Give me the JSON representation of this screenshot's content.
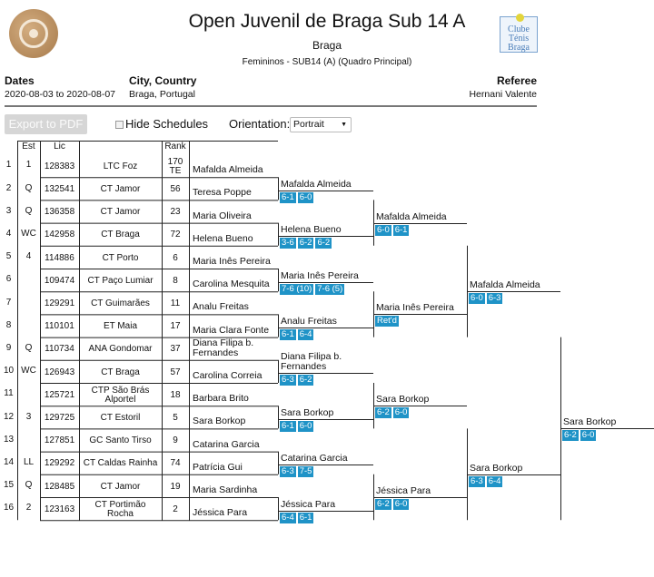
{
  "header": {
    "title": "Open Juvenil de Braga Sub 14 A",
    "location": "Braga",
    "category": "Femininos - SUB14 (A) (Quadro Principal)",
    "club_logo_lines": [
      "Clube",
      "Ténis",
      "Braga"
    ]
  },
  "info": {
    "dates_label": "Dates",
    "dates_value": "2020-08-03 to 2020-08-07",
    "city_label": "City, Country",
    "city_value": "Braga, Portugal",
    "referee_label": "Referee",
    "referee_value": "Hernani Valente"
  },
  "toolbar": {
    "export_label": "Export to PDF",
    "hide_schedules_label": "Hide Schedules",
    "orientation_label": "Orientation:",
    "orientation_value": "Portrait"
  },
  "table_headers": [
    "Est",
    "Lic",
    "",
    "Rank"
  ],
  "entries": [
    {
      "num": "1",
      "est": "1",
      "lic": "128383",
      "club": [
        "LTC Foz"
      ],
      "rank": [
        "170",
        "TE"
      ],
      "player": [
        "Mafalda Almeida"
      ]
    },
    {
      "num": "2",
      "est": "Q",
      "lic": "132541",
      "club": [
        "CT Jamor"
      ],
      "rank": [
        "56"
      ],
      "player": [
        "Teresa Poppe"
      ]
    },
    {
      "num": "3",
      "est": "Q",
      "lic": "136358",
      "club": [
        "CT Jamor"
      ],
      "rank": [
        "23"
      ],
      "player": [
        "Maria Oliveira"
      ]
    },
    {
      "num": "4",
      "est": "WC",
      "lic": "142958",
      "club": [
        "CT Braga"
      ],
      "rank": [
        "72"
      ],
      "player": [
        "Helena Bueno"
      ]
    },
    {
      "num": "5",
      "est": "4",
      "lic": "114886",
      "club": [
        "CT Porto"
      ],
      "rank": [
        "6"
      ],
      "player": [
        "Maria Inês Pereira"
      ]
    },
    {
      "num": "6",
      "est": "",
      "lic": "109474",
      "club": [
        "CT Paço Lumiar"
      ],
      "rank": [
        "8"
      ],
      "player": [
        "Carolina Mesquita"
      ]
    },
    {
      "num": "7",
      "est": "",
      "lic": "129291",
      "club": [
        "CT Guimarães"
      ],
      "rank": [
        "11"
      ],
      "player": [
        "Analu Freitas"
      ]
    },
    {
      "num": "8",
      "est": "",
      "lic": "110101",
      "club": [
        "ET Maia"
      ],
      "rank": [
        "17"
      ],
      "player": [
        "Maria Clara Fonte"
      ]
    },
    {
      "num": "9",
      "est": "Q",
      "lic": "110734",
      "club": [
        "ANA Gondomar"
      ],
      "rank": [
        "37"
      ],
      "player": [
        "Diana Filipa b.",
        "Fernandes"
      ]
    },
    {
      "num": "10",
      "est": "WC",
      "lic": "126943",
      "club": [
        "CT Braga"
      ],
      "rank": [
        "57"
      ],
      "player": [
        "Carolina Correia"
      ]
    },
    {
      "num": "11",
      "est": "",
      "lic": "125721",
      "club": [
        "CTP São Brás",
        "Alportel"
      ],
      "rank": [
        "18"
      ],
      "player": [
        "Barbara Brito"
      ]
    },
    {
      "num": "12",
      "est": "3",
      "lic": "129725",
      "club": [
        "CT Estoril"
      ],
      "rank": [
        "5"
      ],
      "player": [
        "Sara Borkop"
      ]
    },
    {
      "num": "13",
      "est": "",
      "lic": "127851",
      "club": [
        "GC Santo Tirso"
      ],
      "rank": [
        "9"
      ],
      "player": [
        "Catarina Garcia"
      ]
    },
    {
      "num": "14",
      "est": "LL",
      "lic": "129292",
      "club": [
        "CT Caldas Rainha"
      ],
      "rank": [
        "74"
      ],
      "player": [
        "Patrícia Gui"
      ]
    },
    {
      "num": "15",
      "est": "Q",
      "lic": "128485",
      "club": [
        "CT Jamor"
      ],
      "rank": [
        "19"
      ],
      "player": [
        "Maria Sardinha"
      ]
    },
    {
      "num": "16",
      "est": "2",
      "lic": "123163",
      "club": [
        "CT Portimão",
        "Rocha"
      ],
      "rank": [
        "2"
      ],
      "player": [
        "Jéssica Para"
      ]
    }
  ],
  "rounds": {
    "r2": [
      {
        "winner": [
          "Mafalda Almeida"
        ],
        "scores": [
          "6-1",
          "6-0"
        ]
      },
      {
        "winner": [
          "Helena Bueno"
        ],
        "scores": [
          "3-6",
          "6-2",
          "6-2"
        ]
      },
      {
        "winner": [
          "Maria Inês Pereira"
        ],
        "scores": [
          "7-6 (10)",
          "7-6 (5)"
        ]
      },
      {
        "winner": [
          "Analu Freitas"
        ],
        "scores": [
          "6-1",
          "6-4"
        ]
      },
      {
        "winner": [
          "Diana Filipa b.",
          "Fernandes"
        ],
        "scores": [
          "6-3",
          "6-2"
        ]
      },
      {
        "winner": [
          "Sara Borkop"
        ],
        "scores": [
          "6-1",
          "6-0"
        ]
      },
      {
        "winner": [
          "Catarina Garcia"
        ],
        "scores": [
          "6-3",
          "7-5"
        ]
      },
      {
        "winner": [
          "Jéssica Para"
        ],
        "scores": [
          "6-4",
          "6-1"
        ]
      }
    ],
    "qf": [
      {
        "winner": [
          "Mafalda Almeida"
        ],
        "scores": [
          "6-0",
          "6-1"
        ]
      },
      {
        "winner": [
          "Maria Inês Pereira"
        ],
        "scores": [
          "Ret'd"
        ]
      },
      {
        "winner": [
          "Sara Borkop"
        ],
        "scores": [
          "6-2",
          "6-0"
        ]
      },
      {
        "winner": [
          "Jéssica Para"
        ],
        "scores": [
          "6-2",
          "6-0"
        ]
      }
    ],
    "sf": [
      {
        "winner": [
          "Mafalda Almeida"
        ],
        "scores": [
          "6-0",
          "6-3"
        ]
      },
      {
        "winner": [
          "Sara Borkop"
        ],
        "scores": [
          "6-3",
          "6-4"
        ]
      }
    ],
    "final": [
      {
        "winner": [
          "Sara Borkop"
        ],
        "scores": [
          "6-2",
          "6-0"
        ]
      }
    ]
  },
  "colors": {
    "score_bg": "#1f93c7",
    "line": "#222222",
    "export_bg": "#d6d6d6"
  }
}
